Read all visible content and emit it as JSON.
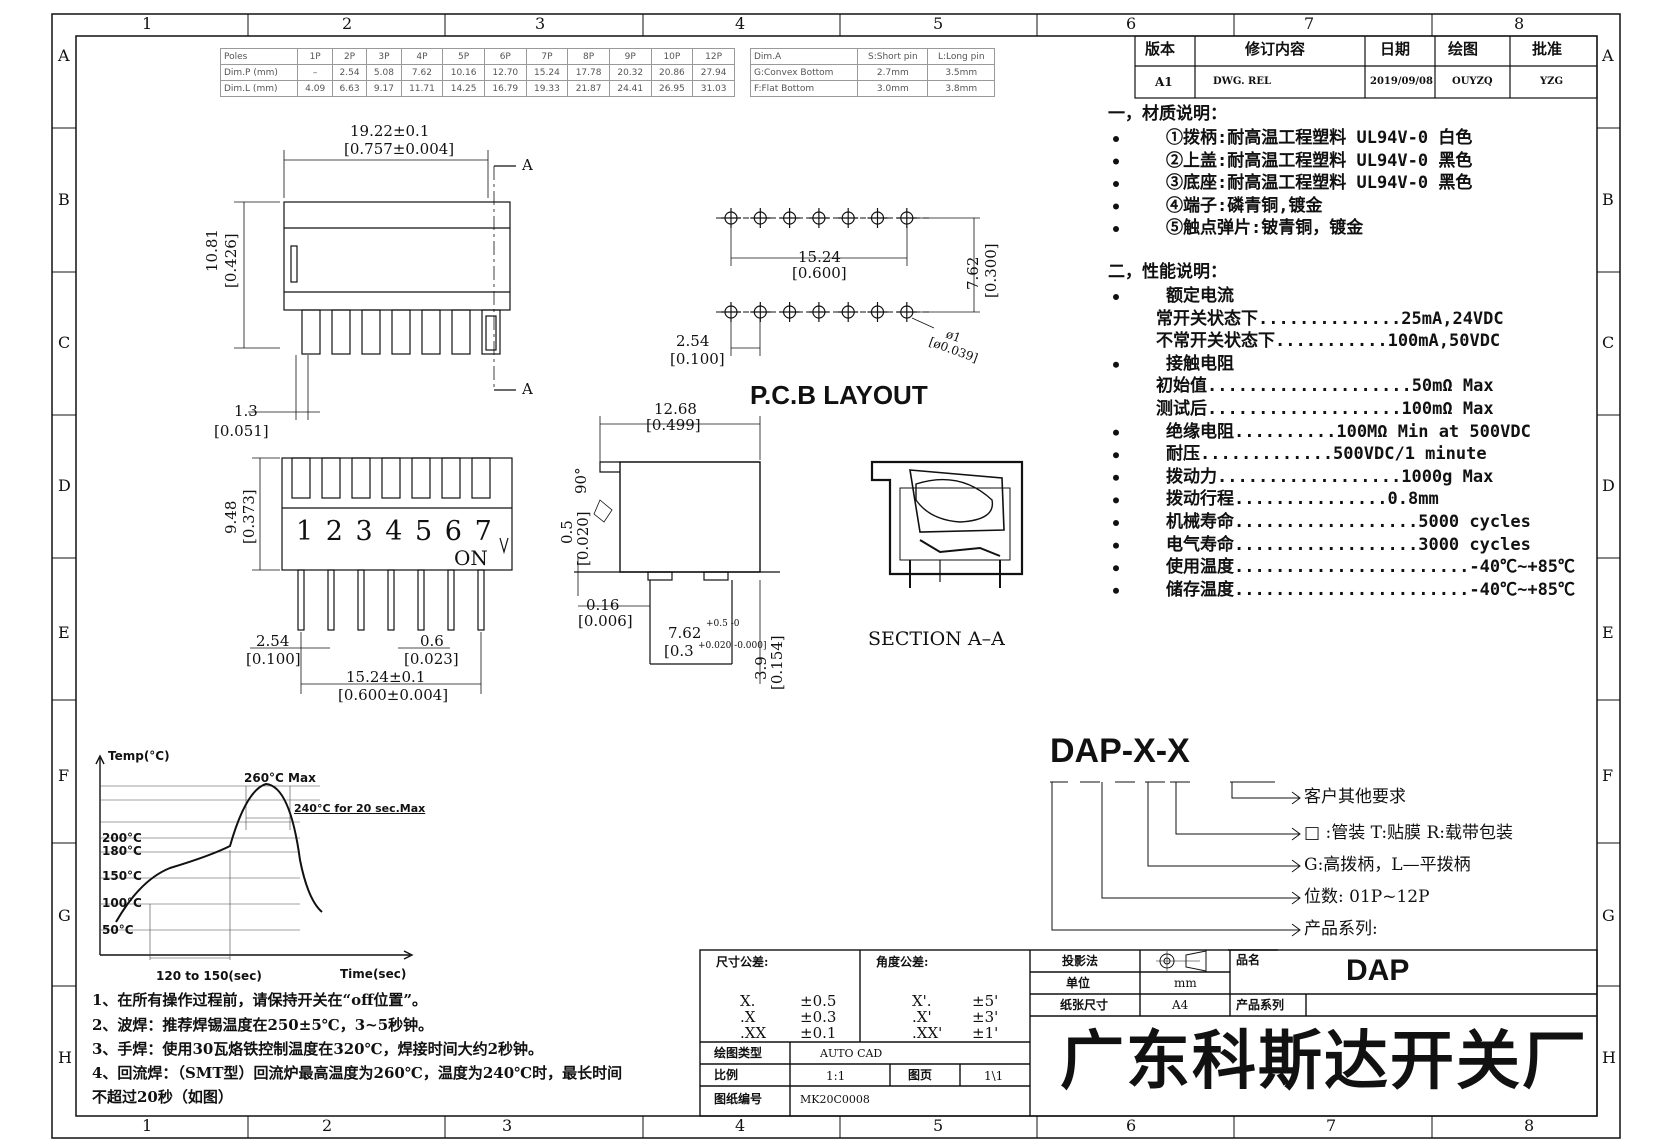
{
  "grid": {
    "cols": [
      "1",
      "2",
      "3",
      "4",
      "5",
      "6",
      "7",
      "8"
    ],
    "rows": [
      "A",
      "B",
      "C",
      "D",
      "E",
      "F",
      "G",
      "H"
    ]
  },
  "poles_table": {
    "headers": [
      "Poles",
      "1P",
      "2P",
      "3P",
      "4P",
      "5P",
      "6P",
      "7P",
      "8P",
      "9P",
      "10P",
      "12P"
    ],
    "rows": [
      [
        "Dim.P (mm)",
        "–",
        "2.54",
        "5.08",
        "7.62",
        "10.16",
        "12.70",
        "15.24",
        "17.78",
        "20.32",
        "20.86",
        "27.94"
      ],
      [
        "Dim.L (mm)",
        "4.09",
        "6.63",
        "9.17",
        "11.71",
        "14.25",
        "16.79",
        "19.33",
        "21.87",
        "24.41",
        "26.95",
        "31.03"
      ]
    ]
  },
  "dim_table": {
    "headers": [
      "Dim.A",
      "S:Short pin",
      "L:Long pin"
    ],
    "rows": [
      [
        "G:Convex Bottom",
        "2.7mm",
        "3.5mm"
      ],
      [
        "F:Flat Bottom",
        "3.0mm",
        "3.8mm"
      ]
    ]
  },
  "revision": {
    "headers": [
      "版本",
      "修订内容",
      "日期",
      "绘图",
      "批准"
    ],
    "row": [
      "A1",
      "DWG. REL",
      "2019/09/08",
      "OUYZQ",
      "YZG"
    ]
  },
  "materials": {
    "title": "一，材质说明：",
    "items": [
      "①拨柄:耐高温工程塑料 UL94V-0 白色",
      "②上盖:耐高温工程塑料 UL94V-0 黑色",
      "③底座:耐高温工程塑料 UL94V-0 黑色",
      "④端子:磷青铜,镀金",
      "⑤触点弹片:铍青铜，镀金"
    ]
  },
  "performance": {
    "title": "二，性能说明：",
    "lines": [
      {
        "bullet": true,
        "text": "额定电流"
      },
      {
        "bullet": false,
        "text": "常开关状态下..............25mA,24VDC"
      },
      {
        "bullet": false,
        "text": "不常开关状态下...........100mA,50VDC"
      },
      {
        "bullet": true,
        "text": "接触电阻"
      },
      {
        "bullet": false,
        "text": "初始值....................50mΩ Max"
      },
      {
        "bullet": false,
        "text": "测试后...................100mΩ Max"
      },
      {
        "bullet": true,
        "text": "绝缘电阻..........100MΩ Min at 500VDC"
      },
      {
        "bullet": true,
        "text": "耐压.............500VDC/1 minute"
      },
      {
        "bullet": true,
        "text": "拨动力..................1000g Max"
      },
      {
        "bullet": true,
        "text": "拨动行程...............0.8mm"
      },
      {
        "bullet": true,
        "text": "机械寿命..................5000 cycles"
      },
      {
        "bullet": true,
        "text": "电气寿命..................3000 cycles"
      },
      {
        "bullet": true,
        "text": "使用温度.......................-40℃~+85℃"
      },
      {
        "bullet": true,
        "text": "储存温度.......................-40℃~+85℃"
      }
    ]
  },
  "part_number": {
    "code": "DAP-X-X",
    "legend": [
      "客户其他要求",
      "□ :管装  T:贴膜   R:载带包装",
      "G:高拨柄，L—平拨柄",
      "位数: 01P~12P",
      "产品系列:"
    ]
  },
  "dims": {
    "top_w": "19.22±0.1",
    "top_w_in": "[0.757±0.004]",
    "sec_a": "A",
    "height": "10.81",
    "height_in": "[0.426]",
    "w13": "1.3",
    "w13_in": "[0.051]",
    "front_h": "9.48",
    "front_h_in": "[0.373]",
    "positions": "1 2 3 4 5 6 7",
    "on": "ON",
    "pitch": "2.54",
    "pitch_in": "[0.100]",
    "pin_w": "0.6",
    "pin_w_in": "[0.023]",
    "span": "15.24±0.1",
    "span_in": "[0.600±0.004]",
    "side_w": "12.68",
    "side_w_in": "[0.499]",
    "angle": "90°",
    "h05": "0.5",
    "h05_in": "[0.020]",
    "t016": "0.16",
    "t016_in": "[0.006]",
    "row_sp": "7.62",
    "row_tol": "+0.5 -0",
    "row_sp_in": "[0.3",
    "row_tol_in": "+0.020 -0.000]",
    "pin_len": "3.9",
    "pin_len_in": "[0.154]",
    "pcb_span": "15.24",
    "pcb_span_in": "[0.600]",
    "pcb_row": "7.62",
    "pcb_row_in": "[0.300]",
    "pcb_pitch": "2.54",
    "pcb_pitch_in": "[0.100]",
    "hole": "ø1",
    "hole_in": "[ø0.039]"
  },
  "labels": {
    "pcb": "P.C.B LAYOUT",
    "section": "SECTION A–A"
  },
  "reflow": {
    "y_title": "Temp(°C)",
    "x_title": "Time(sec)",
    "peak": "260°C Max",
    "hold": "240°C for 20 sec.Max",
    "ticks": [
      "200°C",
      "180°C",
      "150°C",
      "100°C",
      "50°C"
    ],
    "preheat": "120 to 150(sec)"
  },
  "notes": [
    "1、在所有操作过程前，请保持开关在“off位置”。",
    "2、波焊：推荐焊锡温度在250±5℃，3~5秒钟。",
    "3、手焊：使用30瓦烙铁控制温度在320℃，焊接时间大约2秒钟。",
    "4、回流焊：（SMT型）回流炉最高温度为260℃，温度为240℃时，最长时间",
    "不超过20秒（如图）"
  ],
  "title_block": {
    "dim_tol": "尺寸公差:",
    "ang_tol": "角度公差:",
    "tol_rows": [
      {
        "k": "X.",
        "v": "±0.5",
        "ak": "X'.",
        "av": "±5'"
      },
      {
        "k": ".X",
        "v": "±0.3",
        "ak": ".X'",
        "av": "±3'"
      },
      {
        "k": ".XX",
        "v": "±0.1",
        "ak": ".XX'",
        "av": "±1'"
      }
    ],
    "proj_label": "投影法",
    "part_label": "品名",
    "part_name": "DAP",
    "unit_label": "单位",
    "unit": "mm",
    "paper_label": "纸张尺寸",
    "paper": "A4",
    "series_label": "产品系列",
    "draw_type_label": "绘图类型",
    "draw_type": "AUTO CAD",
    "scale_label": "比例",
    "scale": "1:1",
    "page_label": "图页",
    "page": "1\\1",
    "drawing_no_label": "图纸编号",
    "drawing_no": "MK20C0008",
    "company": "广东科斯达开关厂"
  }
}
